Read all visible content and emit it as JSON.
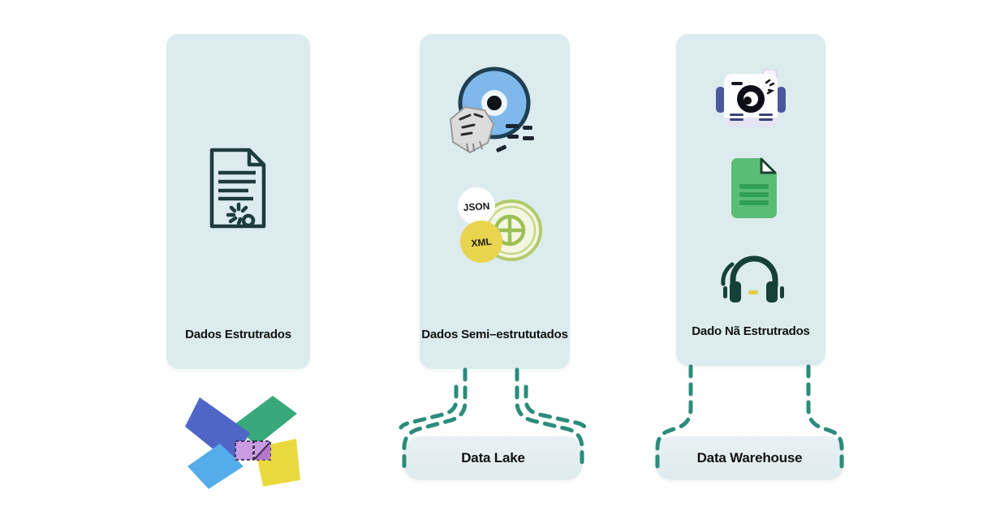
{
  "cards": [
    {
      "label": "Dados Estrutrados"
    },
    {
      "label": "Dados Semi–estrututados",
      "badges": {
        "json": "JSON",
        "xml": "XML"
      }
    },
    {
      "label": "Dado Nã Estrutrados"
    }
  ],
  "sinks": [
    {
      "label": "Data Lake"
    },
    {
      "label": "Data Warehouse"
    }
  ],
  "icons": {
    "card1": [
      "structured-document-icon"
    ],
    "card2": [
      "disc-icon",
      "crumpled-note-icon",
      "json-badge",
      "xml-badge",
      "globe-badge"
    ],
    "card3": [
      "camera-icon",
      "green-document-icon",
      "headphones-icon"
    ],
    "footer": [
      "pinwheel-logo"
    ]
  },
  "colors": {
    "card_bg": "#dcecee",
    "sink_bg": "#e4eef0",
    "connector": "#2b8c7a",
    "icon_stroke": "#1e3c3c",
    "disc_blue": "#7fb9eb",
    "xml_yellow": "#e9d44d",
    "globe_green": "#9cbf57",
    "doc_green": "#5abd75",
    "camera_indigo": "#4a58a0",
    "headphone_teal": "#16403a",
    "logo_indigo": "#4f66c6",
    "logo_green": "#39a97c",
    "logo_blue": "#54ade9",
    "logo_yellow": "#e8da3e",
    "logo_purple": "#c99be2"
  }
}
